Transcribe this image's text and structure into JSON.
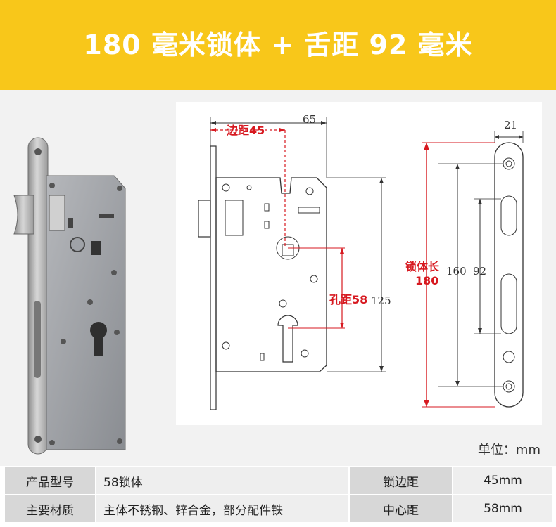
{
  "banner": {
    "title": "180 毫米锁体 + 舌距 92 毫米"
  },
  "drawing": {
    "dim_65": "65",
    "backset_label": "边距45",
    "hole_distance_label": "孔距58",
    "dim_125": "125",
    "faceplate_width": "21",
    "body_length_label_1": "锁体长",
    "body_length_label_2": "180",
    "dim_160": "160",
    "dim_92": "92"
  },
  "unit": "单位：mm",
  "specs": [
    {
      "h1": "产品型号",
      "v1": "58锁体",
      "h2": "锁边距",
      "v2": "45mm"
    },
    {
      "h1": "主要材质",
      "v1": "主体不锈钢、锌合金，部分配件铁",
      "h2": "中心距",
      "v2": "58mm"
    }
  ],
  "colors": {
    "banner": "#f8c71a",
    "accent_red": "#d71920"
  }
}
